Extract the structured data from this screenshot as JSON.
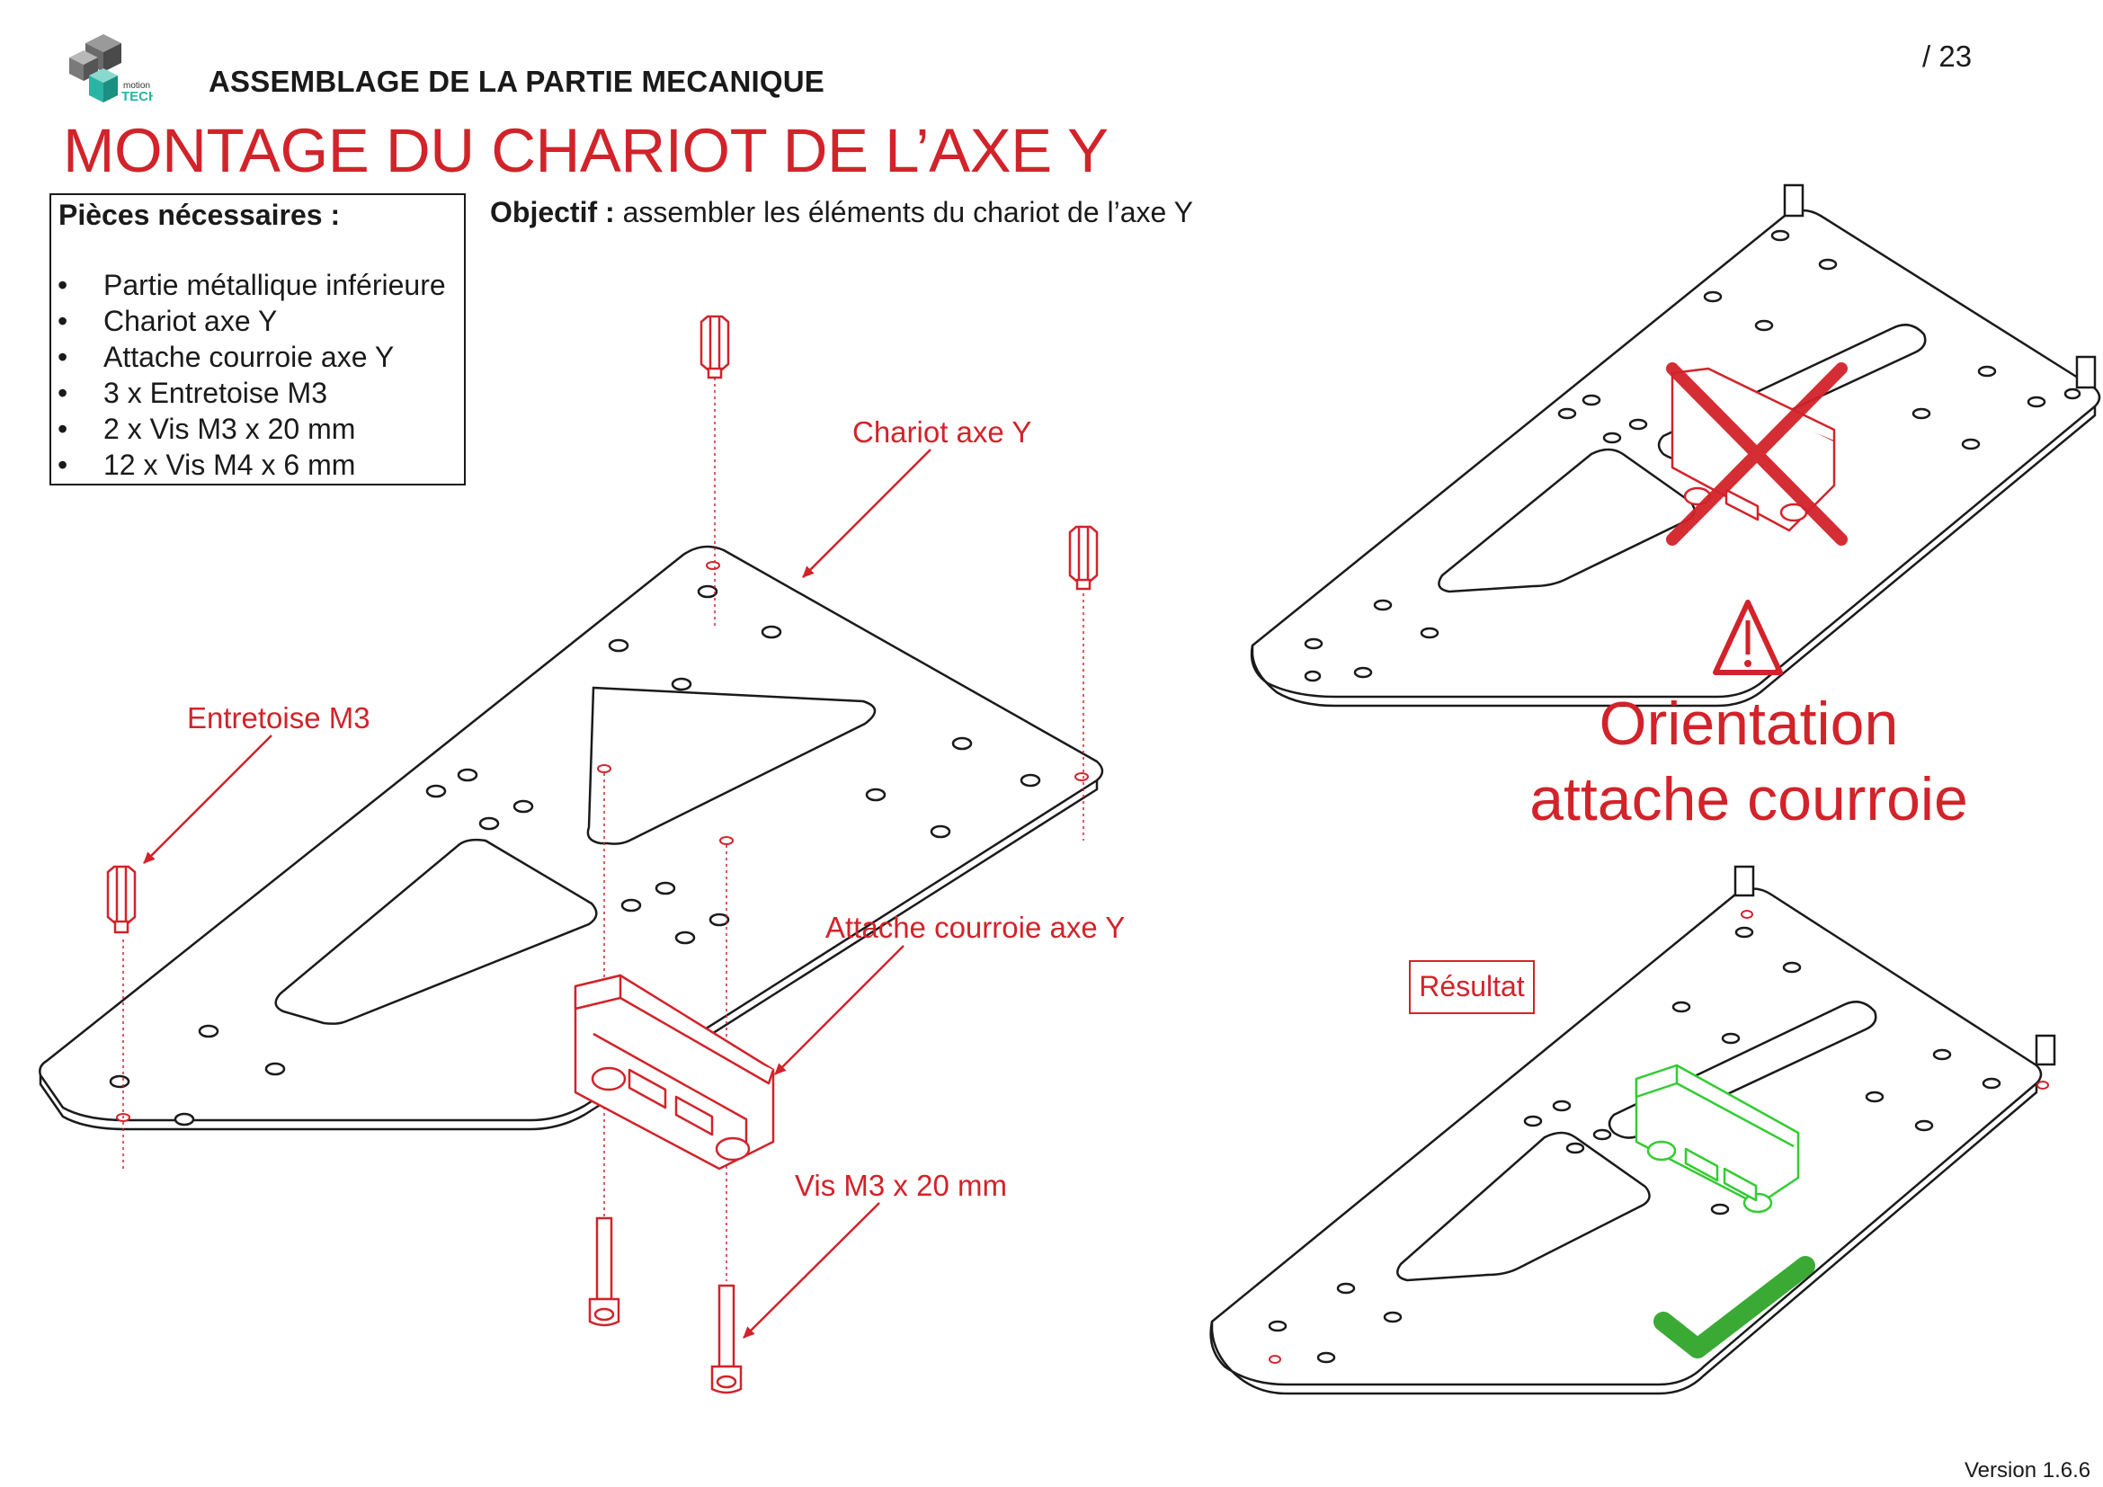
{
  "header": {
    "section_title": "ASSEMBLAGE DE LA PARTIE MECANIQUE",
    "page_number": "/ 23",
    "main_title": "MONTAGE DU CHARIOT DE L’AXE Y",
    "logo_text_small": "motion",
    "logo_text_big": "TECH"
  },
  "parts": {
    "title": "Pièces nécessaires :",
    "items": [
      "Partie métallique inférieure",
      "Chariot axe Y",
      "Attache courroie axe Y",
      "3 x Entretoise M3",
      "2 x Vis M3 x 20 mm",
      "12 x Vis M4 x 6 mm"
    ],
    "bullet": "•"
  },
  "objective": {
    "label": "Objectif :",
    "text": " assembler les éléments du chariot de l’axe Y"
  },
  "labels": {
    "chariot": "Chariot axe Y",
    "entretoise": "Entretoise M3",
    "attache": "Attache courroie axe Y",
    "vis": "Vis M3 x 20 mm",
    "orientation_line1": "Orientation",
    "orientation_line2": "attache courroie",
    "result": "Résultat"
  },
  "footer": {
    "version": "Version 1.6.6"
  },
  "colors": {
    "accent_red": "#d2232a",
    "ok_green": "#3aaa35",
    "highlight_green": "#33cc33",
    "line": "#1a1a1a"
  }
}
